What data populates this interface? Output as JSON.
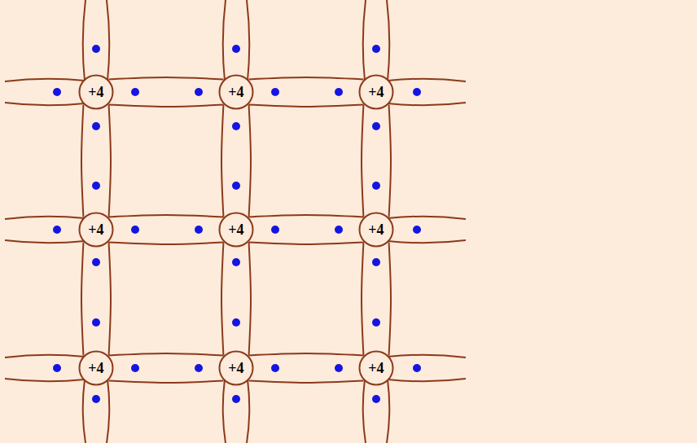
{
  "diagram": {
    "nodes": [
      {
        "text": [
          "+4"
        ]
      },
      {
        "text": [
          "+4"
        ]
      },
      {
        "text": [
          "+4"
        ]
      },
      {
        "text": [
          "+4"
        ]
      },
      {
        "text": [
          "+4"
        ]
      },
      {
        "text": [
          "+4"
        ]
      },
      {
        "text": [
          "+4"
        ]
      },
      {
        "text": [
          "+4"
        ]
      },
      {
        "text": [
          "+4"
        ]
      }
    ],
    "edges": [
      {
        "from": 0,
        "to": 1,
        "arrow": "none"
      },
      {
        "from": 1,
        "to": 2,
        "arrow": "none"
      },
      {
        "from": 3,
        "to": 4,
        "arrow": "none"
      },
      {
        "from": 4,
        "to": 5,
        "arrow": "none"
      },
      {
        "from": 6,
        "to": 7,
        "arrow": "none"
      },
      {
        "from": 7,
        "to": 8,
        "arrow": "none"
      },
      {
        "from": 0,
        "to": 3,
        "arrow": "none"
      },
      {
        "from": 3,
        "to": 6,
        "arrow": "none"
      },
      {
        "from": 1,
        "to": 4,
        "arrow": "none"
      },
      {
        "from": 4,
        "to": 7,
        "arrow": "none"
      },
      {
        "from": 2,
        "to": 5,
        "arrow": "none"
      },
      {
        "from": 5,
        "to": 8,
        "arrow": "none"
      }
    ]
  }
}
